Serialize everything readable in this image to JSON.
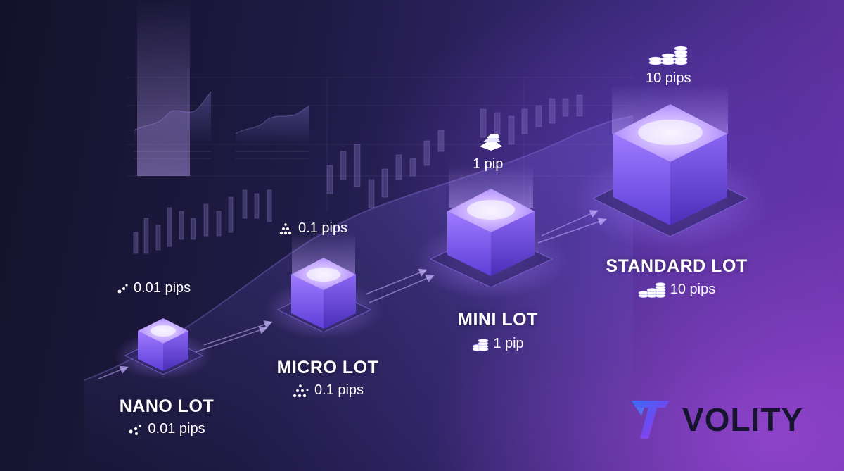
{
  "lots": [
    {
      "name": "NANO LOT",
      "pips": "0.01 pips",
      "top_pips": "0.01 pips",
      "icon": "dots-icon"
    },
    {
      "name": "MICRO LOT",
      "pips": "0.1 pips",
      "top_pips": "0.1 pips",
      "icon": "dots-icon"
    },
    {
      "name": "MINI LOT",
      "pips": "1 pip",
      "top_pips": "1 pip",
      "icon": "coins-icon",
      "top_icon": "gold-bars-icon"
    },
    {
      "name": "STANDARD LOT",
      "pips": "10 pips",
      "top_pips": "10 pips",
      "icon": "coins-icon",
      "top_icon": "coin-stacks-icon"
    }
  ],
  "brand": {
    "name": "VOLITY",
    "icon": "volity-logo-icon"
  },
  "colors": {
    "accent": "#8b5cf6",
    "cube": "#7c5cf0",
    "brand_gradient_start": "#3b6cf6",
    "brand_gradient_end": "#b03be6",
    "background_dark": "#14122a"
  }
}
